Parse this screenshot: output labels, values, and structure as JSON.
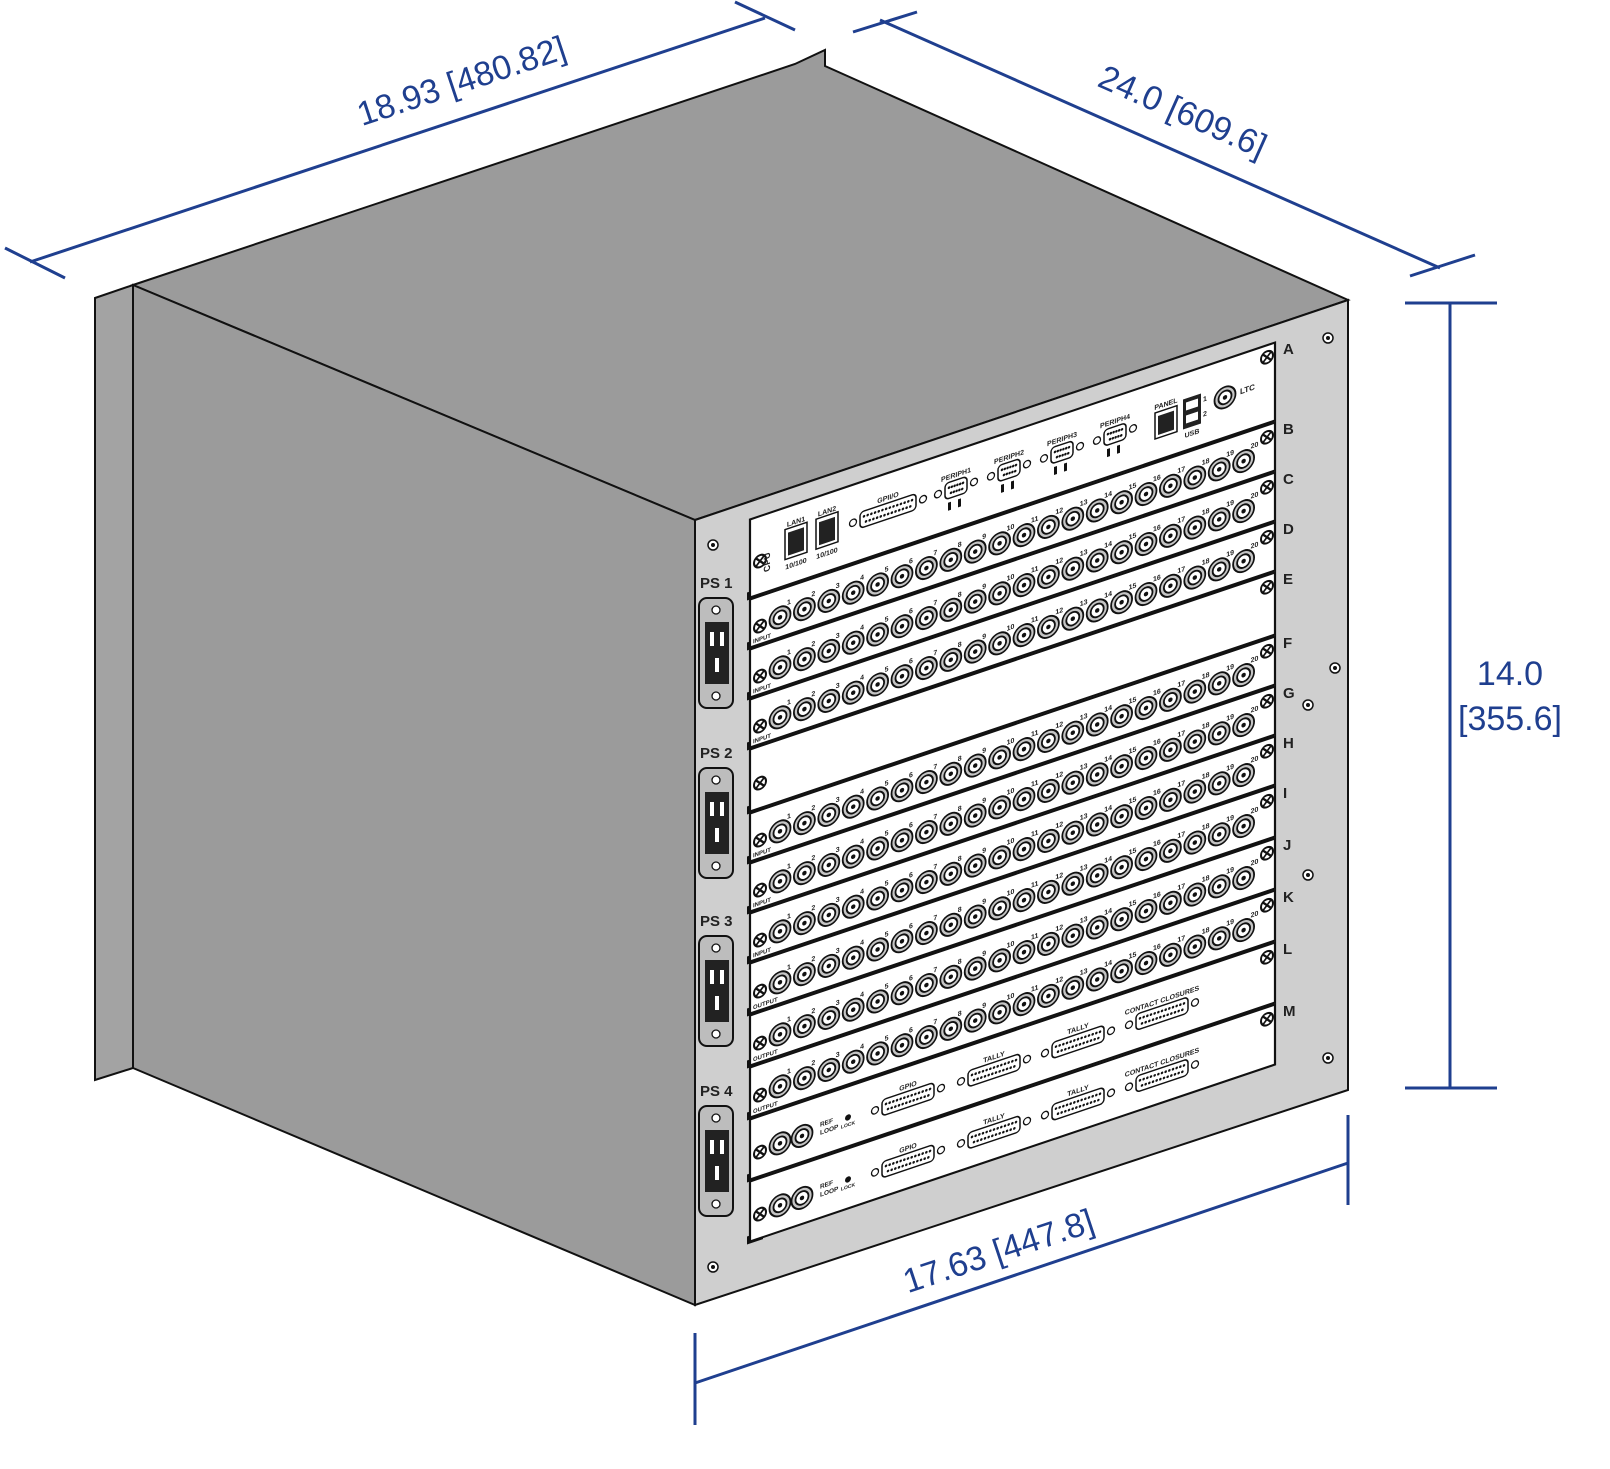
{
  "colors": {
    "dimension": "#1f3f8f",
    "chassis": "#9b9b9b",
    "panel": "#cfcfcf",
    "card": "#ffffff",
    "bnc": "#c4c4c4"
  },
  "dimensions": {
    "width_outer": "18.93 [480.82]",
    "depth": "24.0 [609.6]",
    "height_value": "14.0",
    "height_metric": "[355.6]",
    "width_front": "17.63 [447.8]"
  },
  "power_supplies": [
    "PS 1",
    "PS 2",
    "PS 3",
    "PS 4"
  ],
  "cpu_card": {
    "name": "CPU",
    "lan1": "LAN1",
    "lan2": "LAN2",
    "lan_speed": "10/100",
    "gpio": "GPII/O",
    "periph": [
      "PERIPH1",
      "PERIPH2",
      "PERIPH3",
      "PERIPH4"
    ],
    "panel": "PANEL",
    "usb": "USB",
    "usb_ports": [
      "1",
      "2"
    ],
    "ltc": "LTC"
  },
  "bnc_numbers": [
    "1",
    "2",
    "3",
    "4",
    "5",
    "6",
    "7",
    "8",
    "9",
    "10",
    "11",
    "12",
    "13",
    "14",
    "15",
    "16",
    "17",
    "18",
    "19",
    "20"
  ],
  "ref_card": {
    "ref": "REF",
    "loop": "LOOP",
    "lock": "LOCK",
    "gpio": "GPIO",
    "tally": "TALLY",
    "contact": "CONTACT CLOSURES"
  },
  "slots": [
    {
      "label": "A",
      "type": "cpu"
    },
    {
      "label": "B",
      "type": "bnc",
      "text": "INPUT"
    },
    {
      "label": "C",
      "type": "bnc",
      "text": "INPUT"
    },
    {
      "label": "D",
      "type": "bnc",
      "text": "INPUT"
    },
    {
      "label": "E",
      "type": "blank"
    },
    {
      "label": "F",
      "type": "bnc",
      "text": "INPUT"
    },
    {
      "label": "G",
      "type": "bnc",
      "text": "INPUT"
    },
    {
      "label": "H",
      "type": "bnc",
      "text": "INPUT"
    },
    {
      "label": "I",
      "type": "bnc",
      "text": "OUTPUT"
    },
    {
      "label": "J",
      "type": "bnc",
      "text": "OUTPUT"
    },
    {
      "label": "K",
      "type": "bnc",
      "text": "OUTPUT"
    },
    {
      "label": "L",
      "type": "ref"
    },
    {
      "label": "M",
      "type": "ref"
    }
  ]
}
